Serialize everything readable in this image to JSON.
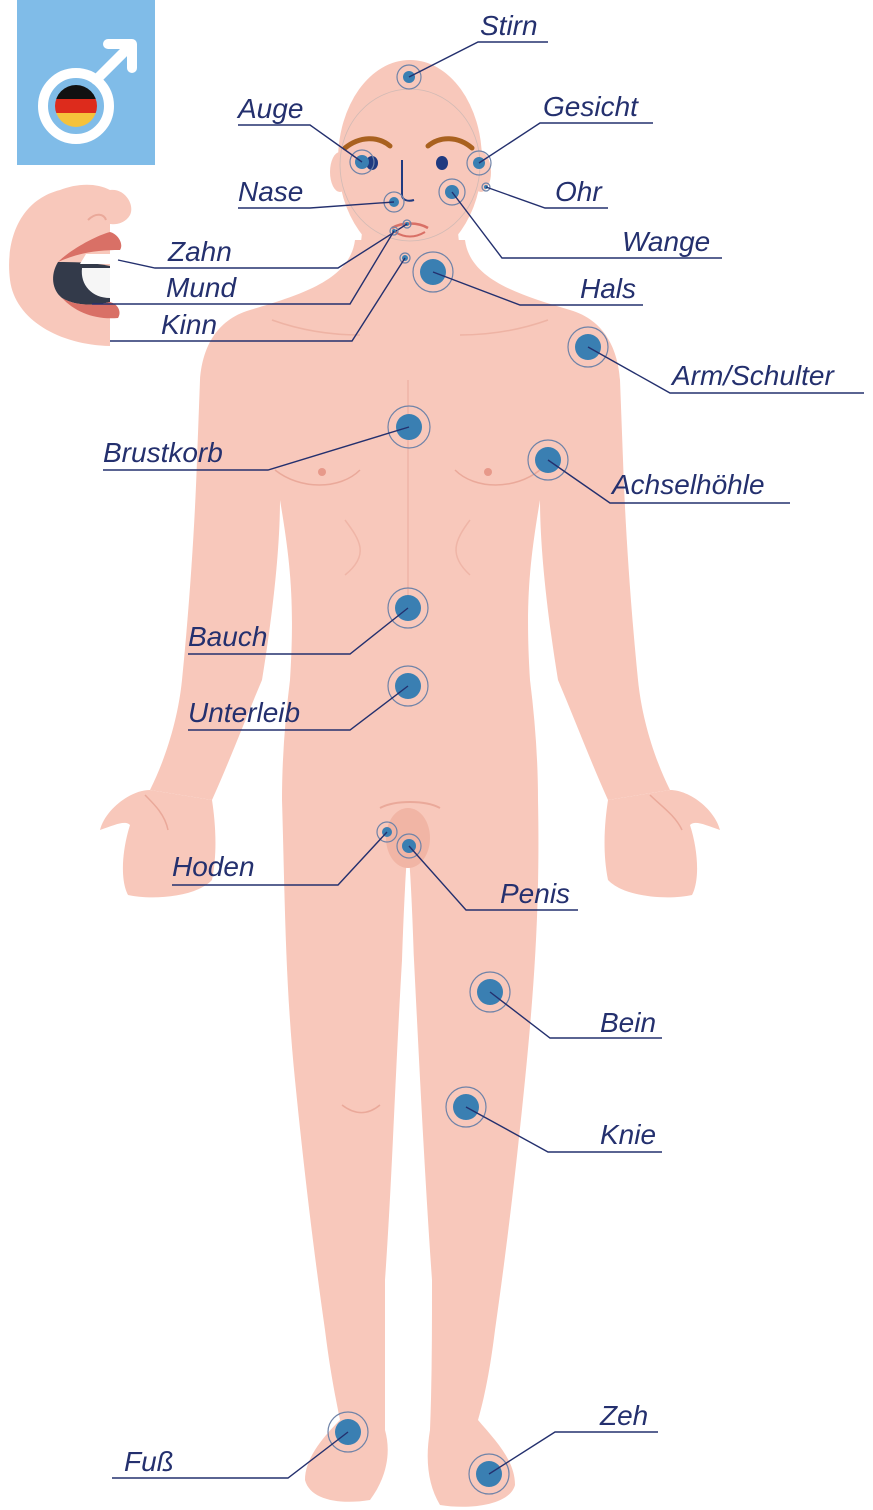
{
  "colors": {
    "skin": "#f8c8bb",
    "skin_line": "#eaa99a",
    "label_text": "#24306e",
    "hotspot_dot": "#3a7fb2",
    "hotspot_ring": "#6f83a8",
    "gender_panel": "#80bce8",
    "gender_symbol": "#ffffff",
    "eyebrow": "#a9611f",
    "eye": "#1f3a80",
    "lip": "#d97066",
    "mouth_inner": "#333a4a"
  },
  "icons": {
    "gender": "male-symbol-icon",
    "flag": "german-flag-icon",
    "mouth": "open-mouth-icon"
  },
  "labels": {
    "stirn": "Stirn",
    "auge": "Auge",
    "gesicht": "Gesicht",
    "nase": "Nase",
    "ohr": "Ohr",
    "zahn": "Zahn",
    "wange": "Wange",
    "mund": "Mund",
    "hals": "Hals",
    "kinn": "Kinn",
    "arm_schulter": "Arm/Schulter",
    "brustkorb": "Brustkorb",
    "achselhoehle": "Achselhöhle",
    "bauch": "Bauch",
    "unterleib": "Unterleib",
    "hoden": "Hoden",
    "penis": "Penis",
    "bein": "Bein",
    "knie": "Knie",
    "zeh": "Zeh",
    "fuss": "Fuß"
  }
}
